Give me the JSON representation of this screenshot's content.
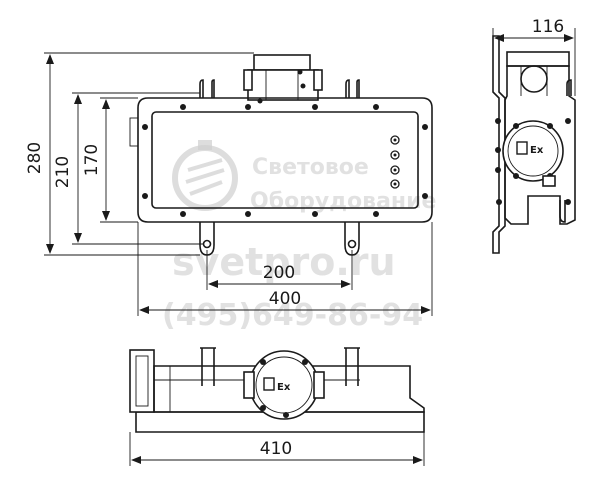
{
  "dimensions": {
    "height_total": "280",
    "height_mount": "210",
    "height_body": "170",
    "depth": "116",
    "width_mount": "200",
    "width_body": "400",
    "width_total": "410"
  },
  "marking": {
    "ex_logo": "Ex"
  },
  "watermark": {
    "line1": "Световое",
    "line2": "Оборудование",
    "site": "svetpro.ru",
    "phone": "(495)649-86-94"
  }
}
